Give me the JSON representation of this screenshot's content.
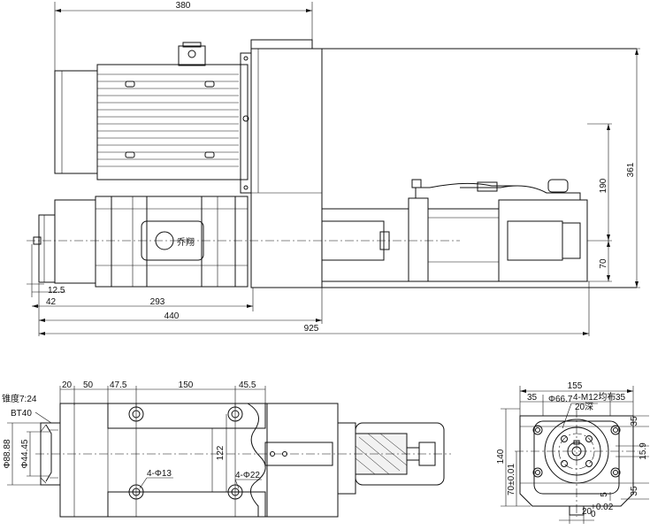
{
  "top_view": {
    "dims": {
      "overall_380": "380",
      "d_190": "190",
      "d_361": "361",
      "d_70": "70",
      "d_12_5": "12.5",
      "d_42": "42",
      "d_293": "293",
      "d_440": "440",
      "d_925": "925"
    },
    "logo_text": "乔翔"
  },
  "front_view": {
    "dims": {
      "d_20": "20",
      "d_50": "50",
      "d_47_5": "47.5",
      "d_150": "150",
      "d_45_5": "45.5",
      "d_122": "122",
      "d_phi88": "Φ88.88",
      "d_phi44": "Φ44.45"
    },
    "labels": {
      "taper": "锥度7:24",
      "spindle": "BT40",
      "holes_13": "4-Φ13",
      "holes_22": "4-Φ22"
    }
  },
  "end_view": {
    "dims": {
      "d_155": "155",
      "d_35_left": "35",
      "d_35_right": "35",
      "d_35_top": "35",
      "d_35_bottom": "35",
      "d_140": "140",
      "d_70": "70±0.01",
      "d_15_9": "15.9",
      "d_5": "5",
      "d_20": "20",
      "d_20_tol": "+0.02",
      "d_20_tol2": "0"
    },
    "labels": {
      "pcd": "Φ66.7",
      "threads": "4-M12均布",
      "depth": "20深"
    }
  }
}
